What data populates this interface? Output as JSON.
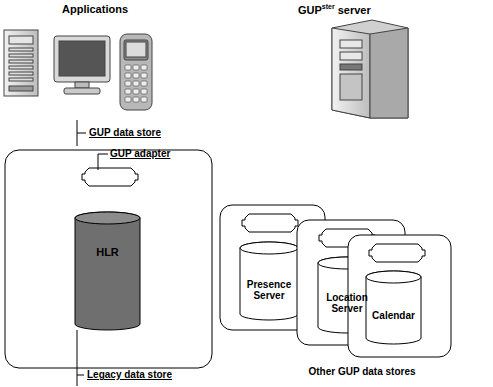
{
  "diagram": {
    "nodes": [
      {
        "text": [
          "HLR"
        ]
      },
      {
        "text": [
          "Presence Server"
        ]
      },
      {
        "text": [
          "Location Server"
        ]
      },
      {
        "text": [
          "Calendar"
        ]
      }
    ],
    "labels": [
      "Applications",
      "GUP",
      "ster",
      "server",
      "GUP data store",
      "GUP adapter",
      "Legacy data store",
      "Other GUP data stores"
    ]
  }
}
